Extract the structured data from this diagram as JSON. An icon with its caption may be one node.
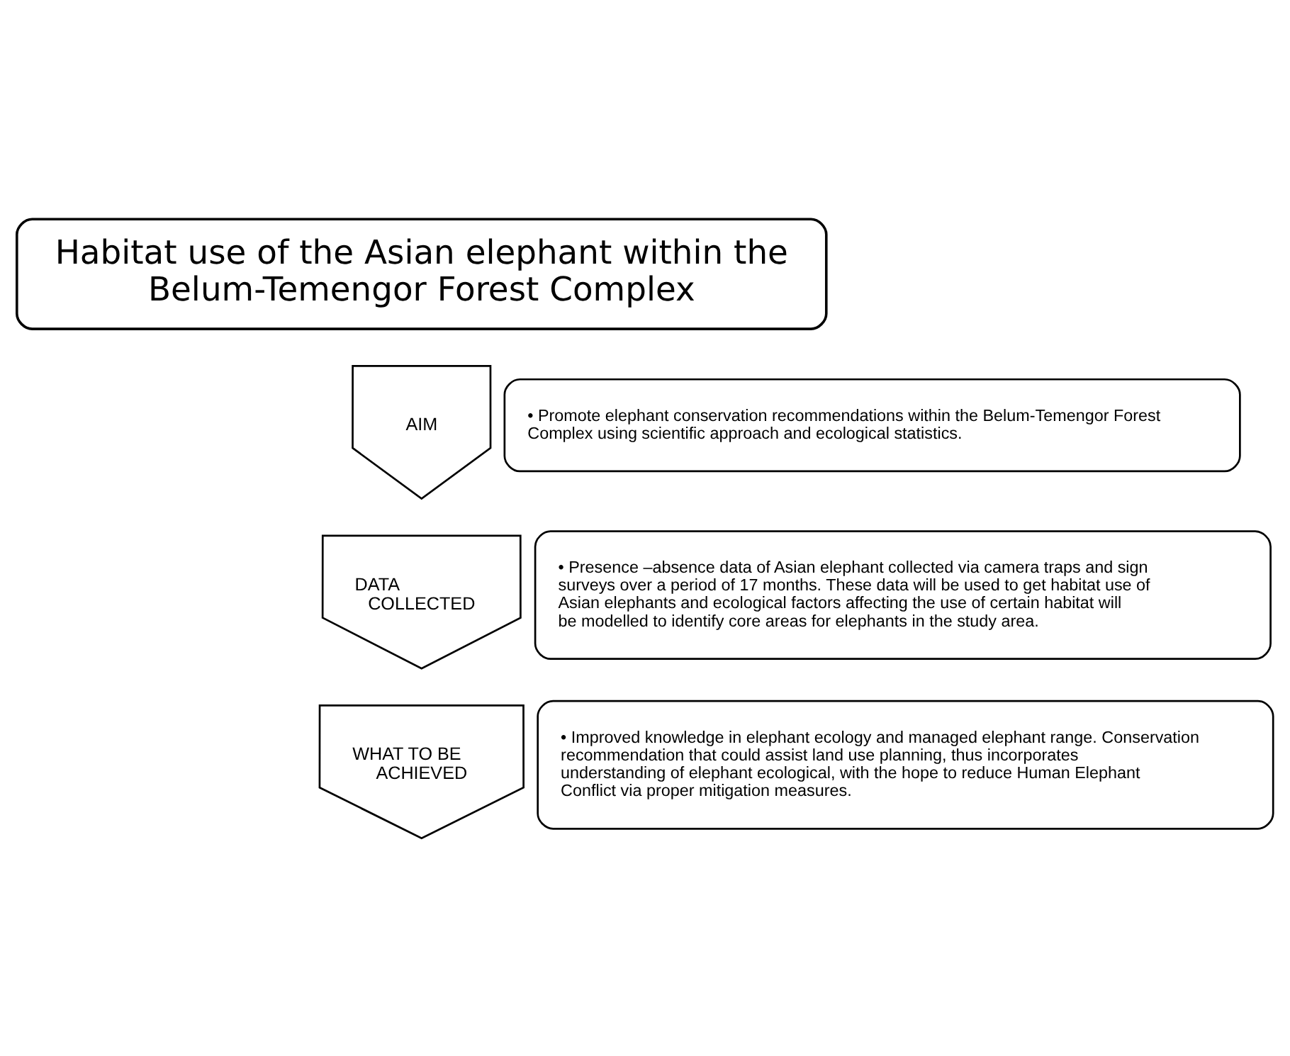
{
  "diagram": {
    "nodes": [
      {
        "text": [
          "Habitat use of the Asian elephant within the Belum-Temengor Forest Complex"
        ]
      },
      {
        "text": [
          "AIM"
        ]
      },
      {
        "text": [
          "• Promote elephant conservation recommendations within the Belum-Temengor Forest Complex using scientific approach and ecological statistics."
        ]
      },
      {
        "text": [
          "DATA COLLECTED"
        ]
      },
      {
        "text": [
          "• Presence –absence data of Asian elephant collected via camera traps and sign surveys over a period of 17 months. These data will be used to get habitat use of Asian elephants and ecological factors affecting the use of certain habitat will be modelled to identify core areas for elephants in the study area."
        ]
      },
      {
        "text": [
          "WHAT TO BE ACHIEVED"
        ]
      },
      {
        "text": [
          "• Improved knowledge in elephant ecology and managed elephant range. Conservation recommendation that could assist land use planning, thus incorporates understanding of elephant ecological, with the hope to reduce Human Elephant Conflict via proper mitigation measures."
        ]
      }
    ]
  }
}
